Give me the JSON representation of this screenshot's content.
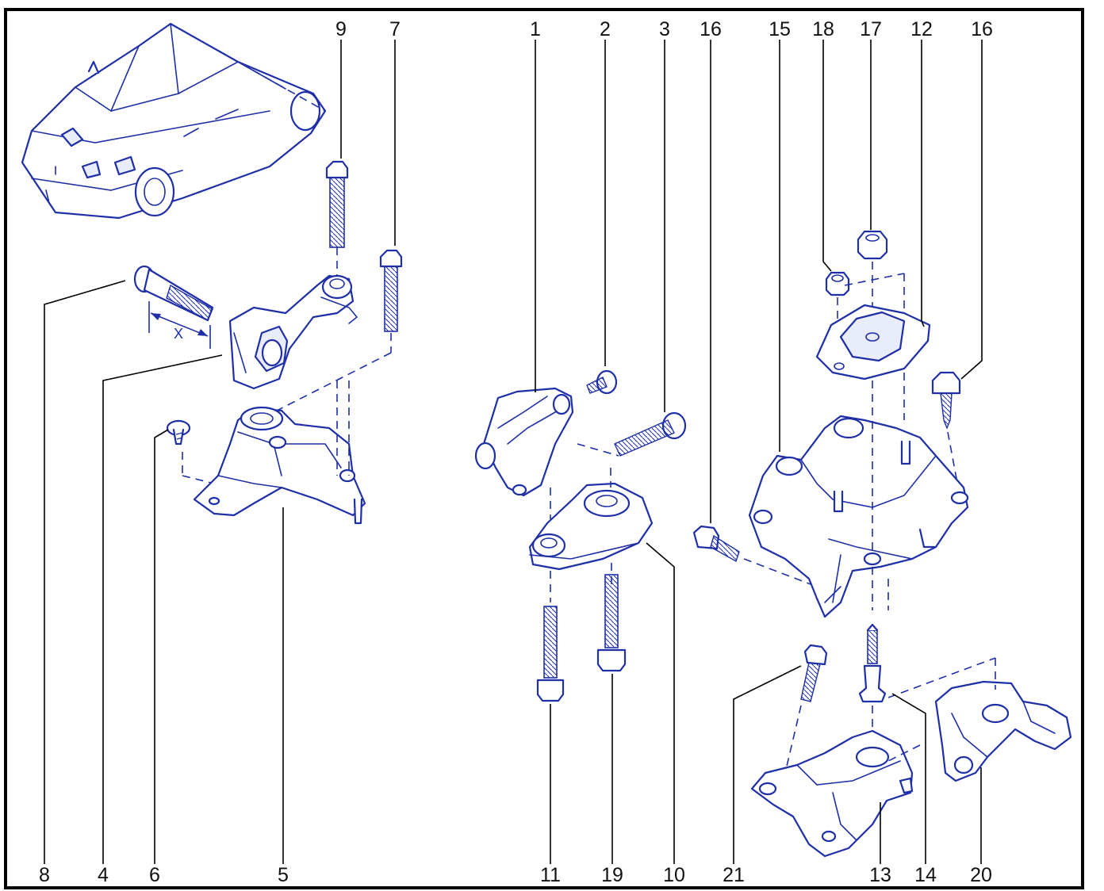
{
  "diagram": {
    "accent_color": "#1f2fa8",
    "dimension_label": "X",
    "top_callouts": [
      "9",
      "7",
      "1",
      "2",
      "3",
      "16",
      "15",
      "18",
      "17",
      "12",
      "16"
    ],
    "bottom_callouts": [
      "8",
      "4",
      "6",
      "5",
      "11",
      "19",
      "10",
      "21",
      "13",
      "14",
      "20"
    ]
  }
}
